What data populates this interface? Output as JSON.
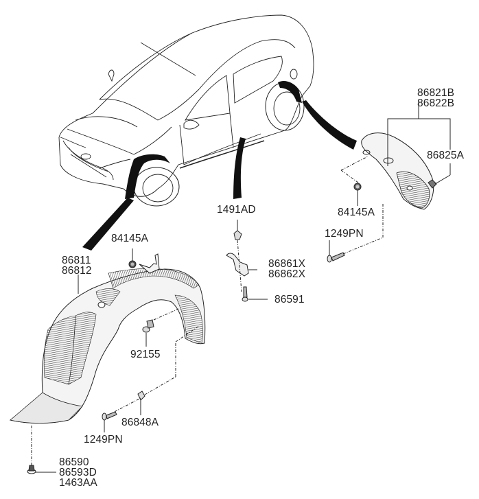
{
  "diagram": {
    "type": "exploded parts diagram",
    "subject": "Wheel guard / fender liner assembly",
    "colors": {
      "line": "#222222",
      "hatch": "#555555",
      "background": "#ffffff"
    },
    "callouts": {
      "rear_liner": [
        "86821B",
        "86822B"
      ],
      "rear_clip": "86825A",
      "rear_nut": "84145A",
      "rear_screw": "1249PN",
      "side_clip": "1491AD",
      "side_bracket": [
        "86861X",
        "86862X"
      ],
      "side_screw": "86591",
      "front_nut": "84145A",
      "front_liner": [
        "86811",
        "86812"
      ],
      "front_bolt": "92155",
      "front_clip": "86848A",
      "front_screw": "1249PN",
      "front_bottom_fastener": [
        "86590",
        "86593D",
        "1463AA"
      ]
    }
  }
}
